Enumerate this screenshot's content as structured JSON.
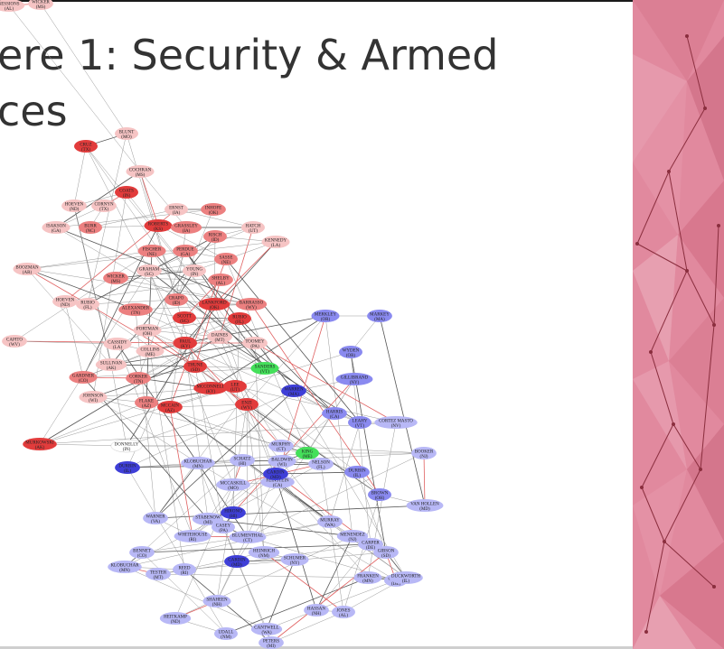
{
  "slide": {
    "title": "ere 1: Security & Armed\nces"
  },
  "legend_colors": {
    "republican_strong": "#e23c3c",
    "republican_mid": "#ec8080",
    "republican_light": "#f6c4c4",
    "democrat_strong": "#3f3fd8",
    "democrat_mid": "#8a8af0",
    "democrat_light": "#b8b8f6",
    "independent": "#44e05a",
    "panel_background": "#e1899e",
    "panel_lines": "#8a2e3e"
  },
  "graph": {
    "nodes": [
      {
        "name": "SESSIONS",
        "state": "(AL)",
        "party": "RL"
      },
      {
        "name": "WICKER",
        "state": "(MS)",
        "party": "RL"
      },
      {
        "name": "BLUNT",
        "state": "(MO)",
        "party": "RL"
      },
      {
        "name": "CRUZ",
        "state": "(TX)",
        "party": "R"
      },
      {
        "name": "HOEVEN",
        "state": "(ND)",
        "party": "RL"
      },
      {
        "name": "COATS",
        "state": "(IN)",
        "party": "R"
      },
      {
        "name": "CORNYN",
        "state": "(TX)",
        "party": "RL"
      },
      {
        "name": "BURR",
        "state": "(NC)",
        "party": "RM"
      },
      {
        "name": "ERNST",
        "state": "(IA)",
        "party": "RL"
      },
      {
        "name": "INHOFE",
        "state": "(OK)",
        "party": "RM"
      },
      {
        "name": "ISAKSON",
        "state": "(GA)",
        "party": "RL"
      },
      {
        "name": "COCHRAN",
        "state": "(MS)",
        "party": "RL"
      },
      {
        "name": "ROBERTS",
        "state": "(KS)",
        "party": "R"
      },
      {
        "name": "GRASSLEY",
        "state": "(IA)",
        "party": "RM"
      },
      {
        "name": "HATCH",
        "state": "(UT)",
        "party": "RL"
      },
      {
        "name": "RISCH",
        "state": "(ID)",
        "party": "RM"
      },
      {
        "name": "KENNEDY",
        "state": "(LA)",
        "party": "RL"
      },
      {
        "name": "BOOZMAN",
        "state": "(AR)",
        "party": "RL"
      },
      {
        "name": "FISCHER",
        "state": "(NE)",
        "party": "RM"
      },
      {
        "name": "PERDUE",
        "state": "(GA)",
        "party": "RM"
      },
      {
        "name": "SASSE",
        "state": "(NE)",
        "party": "RM"
      },
      {
        "name": "GRAHAM",
        "state": "(SC)",
        "party": "RL"
      },
      {
        "name": "YOUNG",
        "state": "(IN)",
        "party": "RL"
      },
      {
        "name": "WICKER",
        "state": "(MS)",
        "party": "RM"
      },
      {
        "name": "SHELBY",
        "state": "(AL)",
        "party": "RM"
      },
      {
        "name": "HOEVEN",
        "state": "(ND)",
        "party": "RL"
      },
      {
        "name": "RUBIO",
        "state": "(FL)",
        "party": "RL"
      },
      {
        "name": "CRAPO",
        "state": "(ID)",
        "party": "RM"
      },
      {
        "name": "LANKFORD",
        "state": "(OK)",
        "party": "R"
      },
      {
        "name": "BARRASSO",
        "state": "(WY)",
        "party": "RM"
      },
      {
        "name": "ALEXANDER",
        "state": "(TN)",
        "party": "RM"
      },
      {
        "name": "SCOTT",
        "state": "(SC)",
        "party": "R"
      },
      {
        "name": "RUBIO",
        "state": "(FL)",
        "party": "R"
      },
      {
        "name": "PORTMAN",
        "state": "(OH)",
        "party": "RL"
      },
      {
        "name": "DAINES",
        "state": "(MT)",
        "party": "RL"
      },
      {
        "name": "MORAN",
        "state": "(KS)",
        "party": "RM"
      },
      {
        "name": "CAPITO",
        "state": "(WV)",
        "party": "RL"
      },
      {
        "name": "CASSIDY",
        "state": "(LA)",
        "party": "RL"
      },
      {
        "name": "COLLINS",
        "state": "(ME)",
        "party": "RL"
      },
      {
        "name": "PAUL",
        "state": "(KY)",
        "party": "R"
      },
      {
        "name": "TOOMEY",
        "state": "(PA)",
        "party": "RL"
      },
      {
        "name": "SULLIVAN",
        "state": "(AK)",
        "party": "RL"
      },
      {
        "name": "THUNE",
        "state": "(SD)",
        "party": "R"
      },
      {
        "name": "SANDERS",
        "state": "(VT)",
        "party": "I"
      },
      {
        "name": "GARDNER",
        "state": "(CO)",
        "party": "RM"
      },
      {
        "name": "CORKER",
        "state": "(TN)",
        "party": "RM"
      },
      {
        "name": "MCCONNELL",
        "state": "(KY)",
        "party": "R"
      },
      {
        "name": "LEE",
        "state": "(UT)",
        "party": "R"
      },
      {
        "name": "JOHNSON",
        "state": "(WI)",
        "party": "RL"
      },
      {
        "name": "FLAKE",
        "state": "(AZ)",
        "party": "RM"
      },
      {
        "name": "MCCAIN",
        "state": "(AZ)",
        "party": "R"
      },
      {
        "name": "ENZI",
        "state": "(WY)",
        "party": "R"
      },
      {
        "name": "MERKLEY",
        "state": "(OR)",
        "party": "DM"
      },
      {
        "name": "MARKEY",
        "state": "(MA)",
        "party": "DM"
      },
      {
        "name": "WYDEN",
        "state": "(OR)",
        "party": "DM"
      },
      {
        "name": "GILLIBRAND",
        "state": "(NY)",
        "party": "DM"
      },
      {
        "name": "WARREN",
        "state": "(MA)",
        "party": "D"
      },
      {
        "name": "HARRIS",
        "state": "(CA)",
        "party": "DM"
      },
      {
        "name": "LEAHY",
        "state": "(VT)",
        "party": "DM"
      },
      {
        "name": "CORTEZ MASTO",
        "state": "(NV)",
        "party": "DL"
      },
      {
        "name": "MURKOWSKI",
        "state": "(AK)",
        "party": "R"
      },
      {
        "name": "DONNELLY",
        "state": "(IN)",
        "party": "W"
      },
      {
        "name": "MURPHY",
        "state": "(CT)",
        "party": "DL"
      },
      {
        "name": "KING",
        "state": "(ME)",
        "party": "I"
      },
      {
        "name": "BOOKER",
        "state": "(NJ)",
        "party": "DL"
      },
      {
        "name": "DURBIN",
        "state": "(IL)",
        "party": "D"
      },
      {
        "name": "KLOBUCHAR",
        "state": "(MN)",
        "party": "DL"
      },
      {
        "name": "SCHATZ",
        "state": "(HI)",
        "party": "DL"
      },
      {
        "name": "BALDWIN",
        "state": "(WI)",
        "party": "DL"
      },
      {
        "name": "NELSON",
        "state": "(FL)",
        "party": "DL"
      },
      {
        "name": "MCCASKILL",
        "state": "(MO)",
        "party": "DL"
      },
      {
        "name": "FEINSTEIN",
        "state": "(CA)",
        "party": "DL"
      },
      {
        "name": "CARDIN",
        "state": "(MD)",
        "party": "D"
      },
      {
        "name": "DURBIN",
        "state": "(IL)",
        "party": "DM"
      },
      {
        "name": "BROWN",
        "state": "(OH)",
        "party": "DM"
      },
      {
        "name": "VAN HOLLEN",
        "state": "(MD)",
        "party": "DL"
      },
      {
        "name": "WARNER",
        "state": "(VA)",
        "party": "DL"
      },
      {
        "name": "WHITEHOUSE",
        "state": "(RI)",
        "party": "DL"
      },
      {
        "name": "STABENOW",
        "state": "(MI)",
        "party": "DL"
      },
      {
        "name": "BLUMENTHAL",
        "state": "(CT)",
        "party": "DL"
      },
      {
        "name": "MURRAY",
        "state": "(WA)",
        "party": "DL"
      },
      {
        "name": "MENENDEZ",
        "state": "(NJ)",
        "party": "DL"
      },
      {
        "name": "CARPER",
        "state": "(DE)",
        "party": "DL"
      },
      {
        "name": "BENNET",
        "state": "(CO)",
        "party": "DL"
      },
      {
        "name": "KLOBUCHAR",
        "state": "(MN)",
        "party": "DL"
      },
      {
        "name": "TESTER",
        "state": "(MT)",
        "party": "DL"
      },
      {
        "name": "REED",
        "state": "(RI)",
        "party": "DL"
      },
      {
        "name": "HEINRICH",
        "state": "(NM)",
        "party": "DL"
      },
      {
        "name": "SCHUMER",
        "state": "(NY)",
        "party": "DL"
      },
      {
        "name": "CARDIN",
        "state": "(MD)",
        "party": "D"
      },
      {
        "name": "SHAHEEN",
        "state": "(NH)",
        "party": "DL"
      },
      {
        "name": "HEITKAMP",
        "state": "(ND)",
        "party": "DL"
      },
      {
        "name": "UDALL",
        "state": "(NM)",
        "party": "DL"
      },
      {
        "name": "FRANKEN",
        "state": "(MN)",
        "party": "DL"
      },
      {
        "name": "COONS",
        "state": "(DE)",
        "party": "DL"
      },
      {
        "name": "GIBSON",
        "state": "(SD)",
        "party": "DL"
      },
      {
        "name": "DUCKWORTH",
        "state": "(IL)",
        "party": "DL"
      },
      {
        "name": "JONES",
        "state": "(AL)",
        "party": "DL"
      },
      {
        "name": "HASSAN",
        "state": "(NH)",
        "party": "DL"
      },
      {
        "name": "CANTWELL",
        "state": "(WA)",
        "party": "DL"
      },
      {
        "name": "PETERS",
        "state": "(MI)",
        "party": "DL"
      },
      {
        "name": "CASEY",
        "state": "(PA)",
        "party": "DL"
      },
      {
        "name": "HIRONO",
        "state": "(HI)",
        "party": "D"
      }
    ]
  }
}
